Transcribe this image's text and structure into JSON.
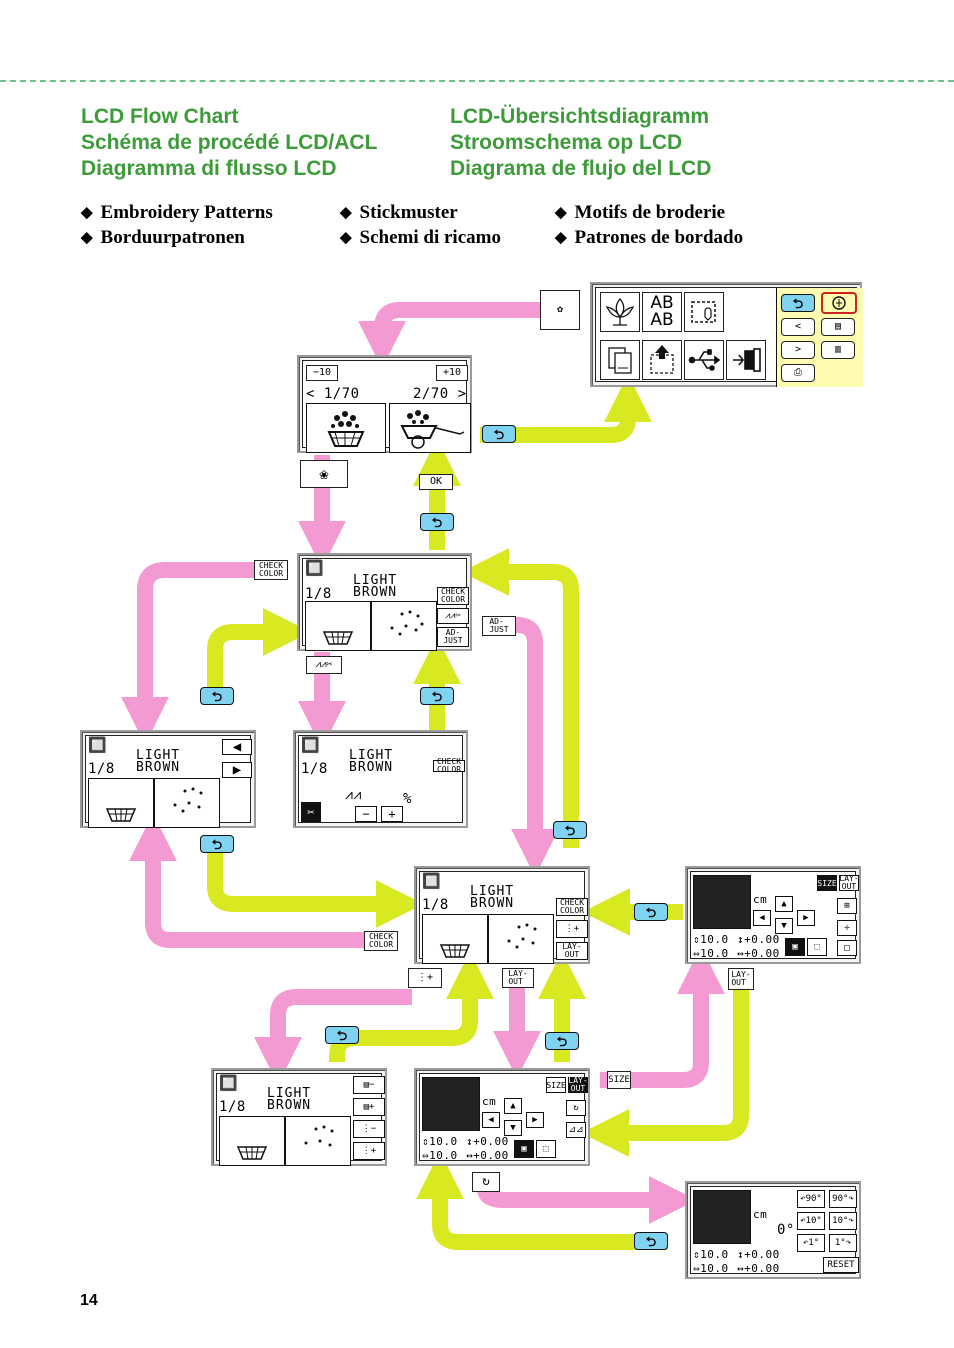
{
  "titles": {
    "left": [
      "LCD Flow Chart",
      "Schéma de procédé LCD/ACL",
      "Diagramma di flusso LCD"
    ],
    "right": [
      "LCD-Übersichtsdiagramm",
      "Stroomschema op LCD",
      "Diagrama de flujo del LCD"
    ]
  },
  "bullets": {
    "col1": [
      "Embroidery Patterns",
      "Borduurpatronen"
    ],
    "col2": [
      "Stickmuster",
      "Schemi di ricamo"
    ],
    "col3": [
      "Motifs de broderie",
      "Patrones de bordado"
    ]
  },
  "colors": {
    "pink": "#f49ad2",
    "lime": "#d8e821",
    "title_green": "#3e9b3a",
    "dash": "#6fbf8a",
    "blue_button": "#7fd3f0",
    "panel_yellow": "#fffbb0"
  },
  "screens": {
    "pattern_list": {
      "minus": "−10",
      "plus": "+10",
      "prev_page": "< 1/70",
      "next_page": "2/70 >"
    },
    "color_screen": {
      "color_name_1": "LIGHT",
      "color_name_2": "BROWN",
      "count": "1/8",
      "check_color": "CHECK\nCOLOR",
      "adjust": "AD-\nJUST"
    },
    "layout": {
      "size": "SIZE",
      "layout": "LAY-\nOUT",
      "unit": "cm",
      "height": "10.0",
      "width": "10.0",
      "v_offset": "+0.00",
      "h_offset": "+0.00"
    },
    "rotate": {
      "angle": "0°",
      "r_minus90": "90°",
      "r_plus90": "90°",
      "r_minus10": "10°",
      "r_plus10": "10°",
      "r_minus1": "1°",
      "r_plus1": "1°",
      "reset": "RESET"
    },
    "adjust_screen": {
      "percent": "%"
    }
  },
  "touch_labels": {
    "ok": "OK",
    "check_color": "CHECK\nCOLOR",
    "adjust": "AD-\nJUST",
    "layout": "LAY-\nOUT",
    "size": "SIZE"
  },
  "page_number": "14"
}
